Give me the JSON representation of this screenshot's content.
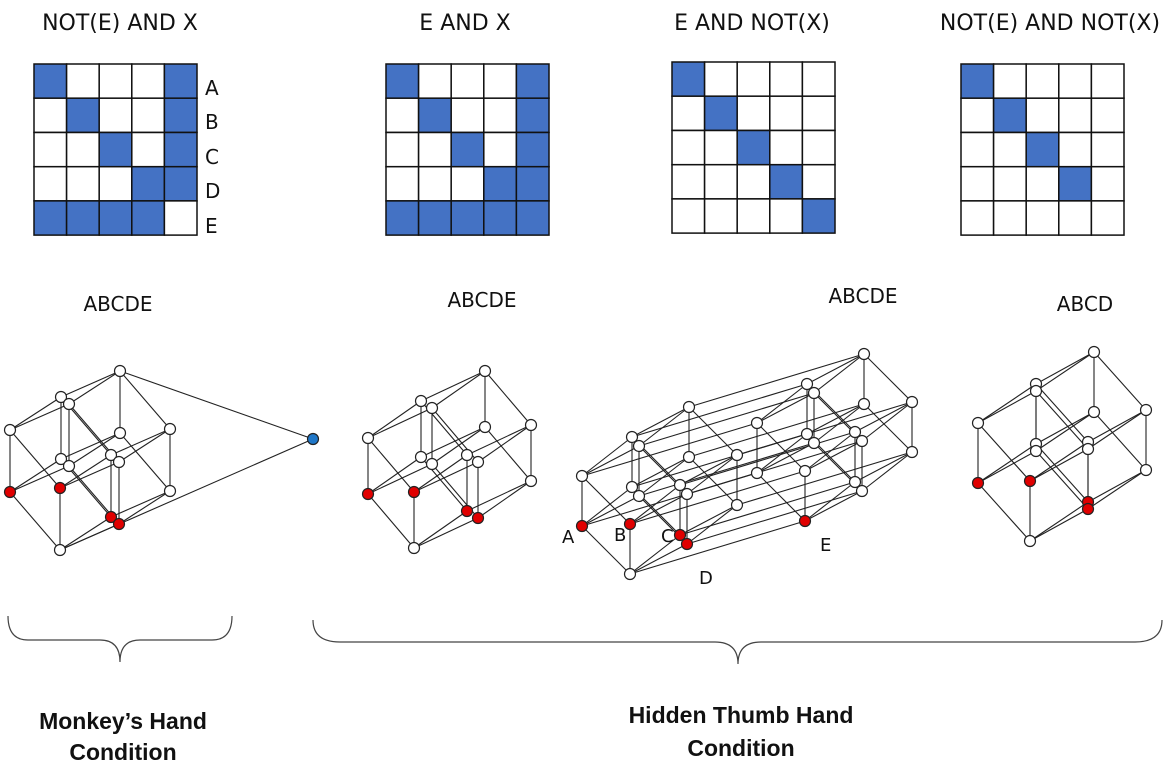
{
  "colors": {
    "filled": "#4472C4",
    "empty": "#ffffff",
    "node": "#ffffff",
    "node_red": "#E00000",
    "node_blue": "#1F77C8"
  },
  "matrices": [
    {
      "title": "NOT(E) AND X",
      "rows": [
        [
          1,
          0,
          0,
          0,
          1
        ],
        [
          0,
          1,
          0,
          0,
          1
        ],
        [
          0,
          0,
          1,
          0,
          1
        ],
        [
          0,
          0,
          0,
          1,
          1
        ],
        [
          1,
          1,
          1,
          1,
          0
        ]
      ]
    },
    {
      "title": "E AND X",
      "rows": [
        [
          1,
          0,
          0,
          0,
          1
        ],
        [
          0,
          1,
          0,
          0,
          1
        ],
        [
          0,
          0,
          1,
          0,
          1
        ],
        [
          0,
          0,
          0,
          1,
          1
        ],
        [
          1,
          1,
          1,
          1,
          1
        ]
      ]
    },
    {
      "title": "E AND NOT(X)",
      "rows": [
        [
          1,
          0,
          0,
          0,
          0
        ],
        [
          0,
          1,
          0,
          0,
          0
        ],
        [
          0,
          0,
          1,
          0,
          0
        ],
        [
          0,
          0,
          0,
          1,
          0
        ],
        [
          0,
          0,
          0,
          0,
          1
        ]
      ]
    },
    {
      "title": "NOT(E) AND NOT(X)",
      "rows": [
        [
          1,
          0,
          0,
          0,
          0
        ],
        [
          0,
          1,
          0,
          0,
          0
        ],
        [
          0,
          0,
          1,
          0,
          0
        ],
        [
          0,
          0,
          0,
          1,
          0
        ],
        [
          0,
          0,
          0,
          0,
          0
        ]
      ]
    }
  ],
  "row_labels": [
    "A",
    "B",
    "C",
    "D",
    "E"
  ],
  "lattices": [
    {
      "label": "ABCDE"
    },
    {
      "label": "ABCDE"
    },
    {
      "label": "ABCDE"
    },
    {
      "label": "ABCD"
    }
  ],
  "node_labels": [
    "A",
    "B",
    "C",
    "D",
    "E"
  ],
  "conditions": [
    {
      "line1": "Monkey’s Hand",
      "line2": "Condition"
    },
    {
      "line1": "Hidden Thumb Hand",
      "line2": "Condition"
    }
  ]
}
